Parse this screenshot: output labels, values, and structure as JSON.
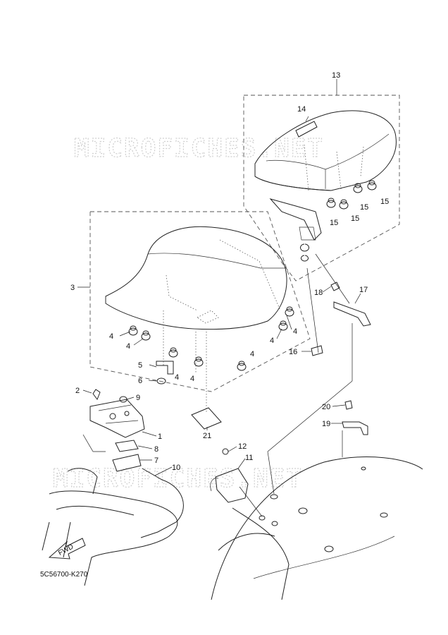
{
  "watermarks": [
    "MICROFICHES.NET",
    "MICROFICHES.NET"
  ],
  "callouts": {
    "c1": "1",
    "c2": "2",
    "c3": "3",
    "c4a": "4",
    "c4b": "4",
    "c4c": "4",
    "c4d": "4",
    "c4e": "4",
    "c4f": "4",
    "c4g": "4",
    "c5": "5",
    "c6": "6",
    "c7": "7",
    "c8": "8",
    "c9": "9",
    "c10": "10",
    "c11": "11",
    "c12": "12",
    "c13": "13",
    "c14": "14",
    "c15a": "15",
    "c15b": "15",
    "c15c": "15",
    "c15d": "15",
    "c16": "16",
    "c17": "17",
    "c18": "18",
    "c19": "19",
    "c20": "20",
    "c21": "21"
  },
  "fwd_label": "FWD",
  "diagram_code": "5C56700-K270"
}
